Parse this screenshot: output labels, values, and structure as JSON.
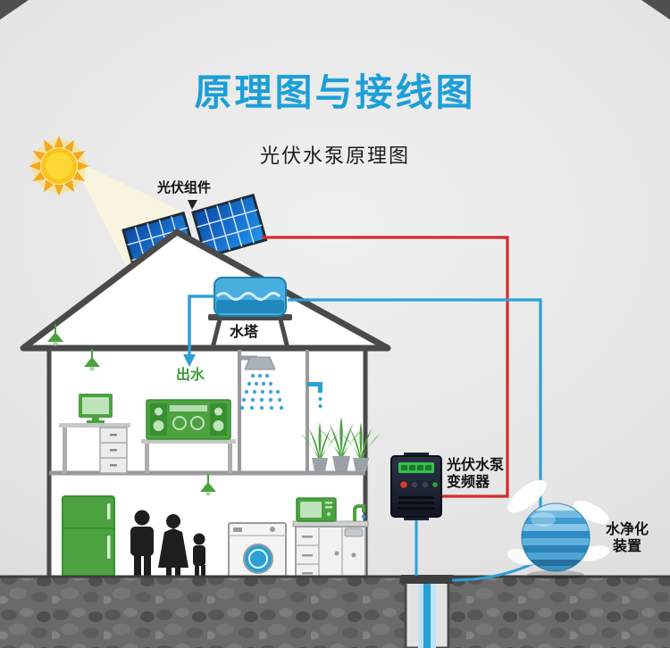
{
  "header": {
    "title": "原理图与接线图",
    "subtitle": "光伏水泵原理图"
  },
  "diagram": {
    "labels": {
      "pv_module": "光伏组件",
      "water_tower": "水塔",
      "water_outlet": "出水",
      "inverter_line1": "光伏水泵",
      "inverter_line2": "变频器",
      "purifier_line1": "水净化",
      "purifier_line2": "装置"
    },
    "colors": {
      "title_blue": "#1b9fd8",
      "appliance_green": "#4ba23f",
      "water_blue": "#2ba0d8",
      "wire_red": "#d62a2a",
      "panel_blue": "#1565c0",
      "outlet_green": "#3f9c35"
    }
  }
}
